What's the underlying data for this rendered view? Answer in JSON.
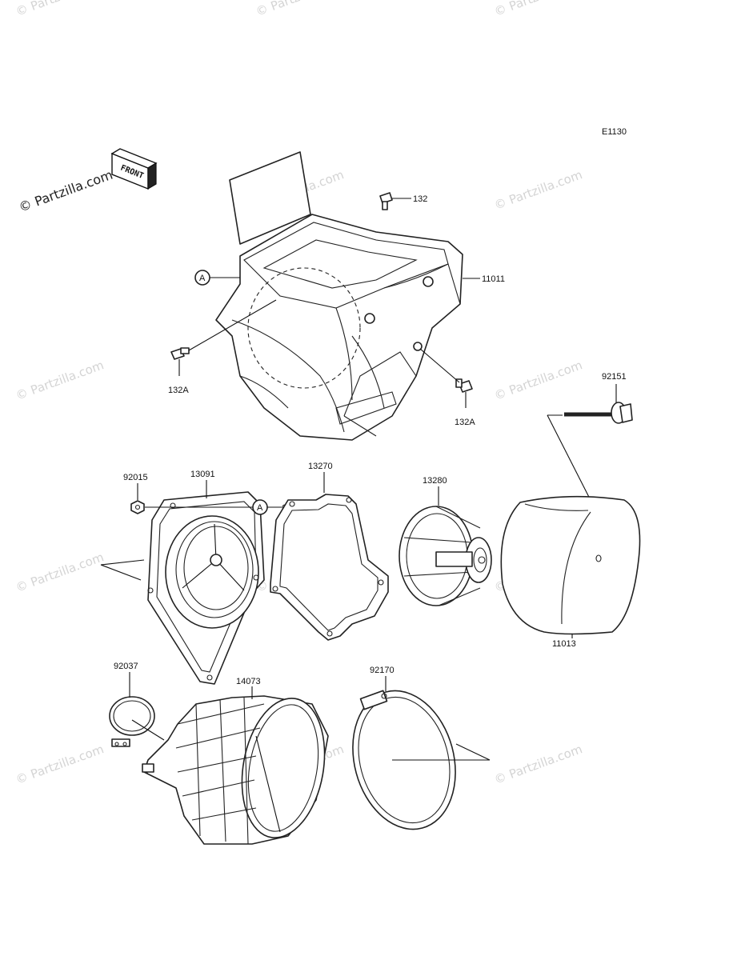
{
  "diagram_code": "E1130",
  "watermark_text": "© Partzilla.com",
  "front_marker": "FRONT",
  "reference_mark": "A",
  "parts": {
    "p132": "132",
    "p11011": "11011",
    "p132A_left": "132A",
    "p132A_right": "132A",
    "p92151": "92151",
    "p92015": "92015",
    "p13091": "13091",
    "p13270": "13270",
    "p13280": "13280",
    "p11013": "11013",
    "p92037": "92037",
    "p14073": "14073",
    "p92170": "92170"
  }
}
